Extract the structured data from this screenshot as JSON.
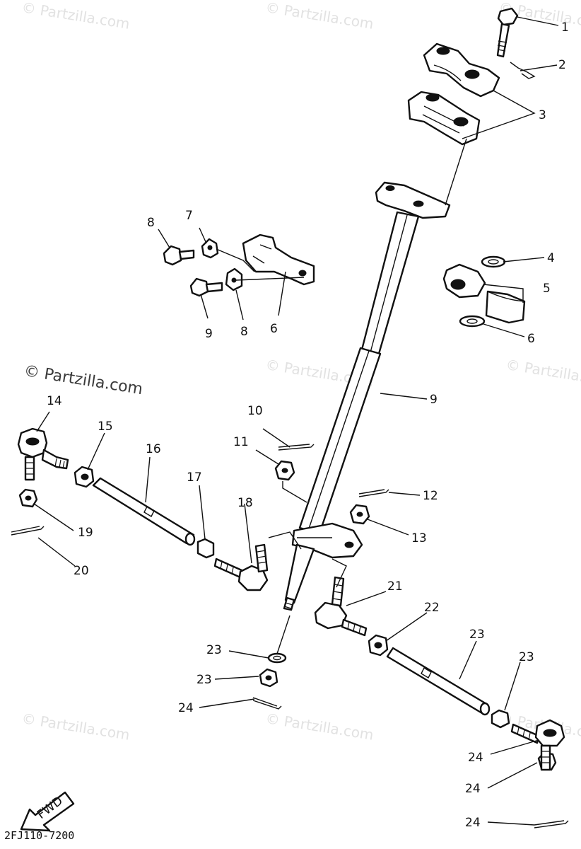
{
  "watermark": "© Partzilla.com",
  "watermark_prominent": "© Partzilla.com",
  "diagram_code": "2FJ110-7200",
  "fwd_label": "FWD",
  "callouts": [
    "1",
    "2",
    "3",
    "4",
    "5",
    "6",
    "6",
    "7",
    "8",
    "8",
    "9",
    "9",
    "10",
    "11",
    "12",
    "13",
    "14",
    "15",
    "16",
    "17",
    "18",
    "19",
    "20",
    "21",
    "22",
    "23",
    "23",
    "23",
    "23",
    "24",
    "24",
    "24",
    "24"
  ],
  "colors": {
    "ink": "#111111",
    "watermark": "#e2e2e2"
  }
}
